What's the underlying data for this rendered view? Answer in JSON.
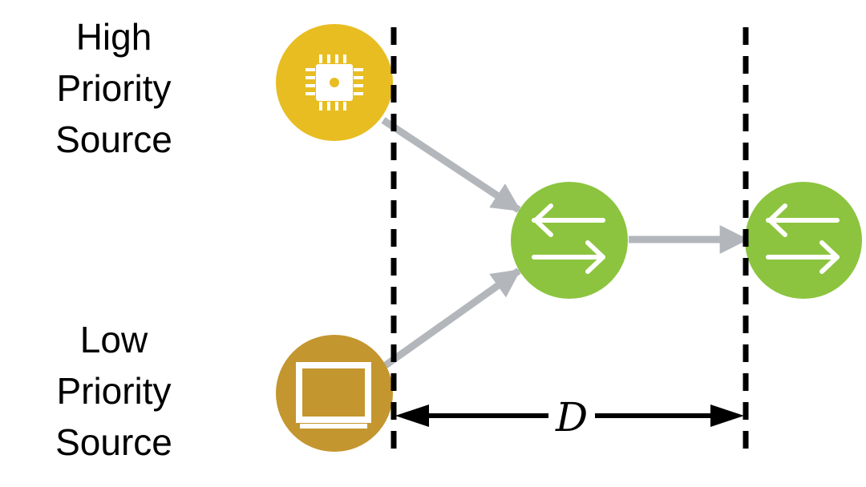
{
  "high_source": {
    "lines": [
      "High",
      "Priority",
      "Source"
    ],
    "icon": "chip-icon",
    "color": "#E8BD22"
  },
  "low_source": {
    "lines": [
      "Low",
      "Priority",
      "Source"
    ],
    "icon": "monitor-icon",
    "color": "#C4962F"
  },
  "switches": [
    {
      "icon": "switch-arrows-icon",
      "color": "#8CC43F"
    },
    {
      "icon": "switch-arrows-icon",
      "color": "#8CC43F"
    }
  ],
  "link_color": "#B3B7BC",
  "distance_label": "D"
}
